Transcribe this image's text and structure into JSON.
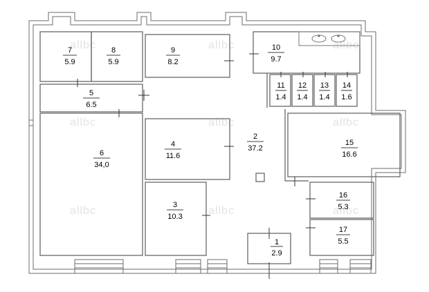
{
  "watermark": "allbc",
  "rooms": [
    {
      "number": "1",
      "area": "2.9"
    },
    {
      "number": "2",
      "area": "37.2"
    },
    {
      "number": "3",
      "area": "10.3"
    },
    {
      "number": "4",
      "area": "11.6"
    },
    {
      "number": "5",
      "area": "6.5"
    },
    {
      "number": "6",
      "area": "34,0"
    },
    {
      "number": "7",
      "area": "5.9"
    },
    {
      "number": "8",
      "area": "5.9"
    },
    {
      "number": "9",
      "area": "8.2"
    },
    {
      "number": "10",
      "area": "9.7"
    },
    {
      "number": "11",
      "area": "1.4"
    },
    {
      "number": "12",
      "area": "1.4"
    },
    {
      "number": "13",
      "area": "1.4"
    },
    {
      "number": "14",
      "area": "1.6"
    },
    {
      "number": "15",
      "area": "16.6"
    },
    {
      "number": "16",
      "area": "5.3"
    },
    {
      "number": "17",
      "area": "5.5"
    }
  ]
}
